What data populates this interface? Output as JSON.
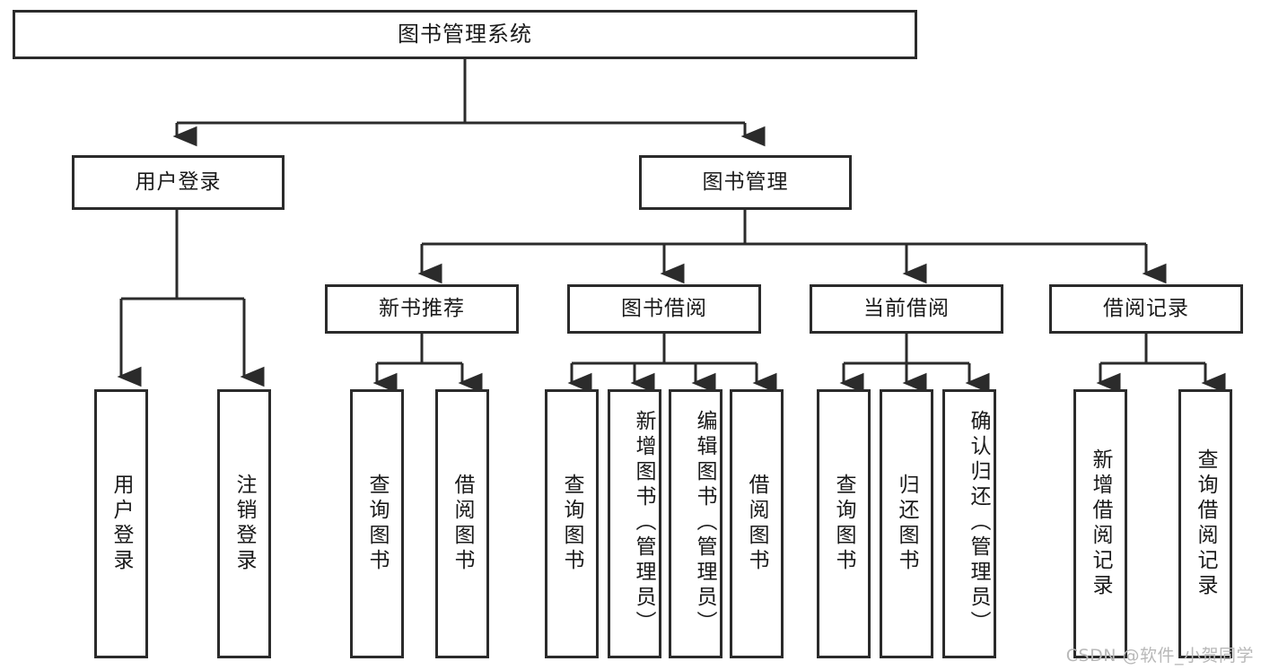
{
  "diagram": {
    "type": "tree-hierarchy",
    "title": "图书管理系统",
    "watermark": "CSDN @软件_小贺同学",
    "colors": {
      "stroke": "#2b2b2b",
      "fill": "#ffffff",
      "text": "#1a1a1a",
      "watermark": "#b8b8b8"
    },
    "root": {
      "label": "图书管理系统"
    },
    "level2": [
      {
        "label": "用户登录"
      },
      {
        "label": "图书管理"
      }
    ],
    "level3": [
      {
        "label": "新书推荐"
      },
      {
        "label": "图书借阅"
      },
      {
        "label": "当前借阅"
      },
      {
        "label": "借阅记录"
      }
    ],
    "leaves": {
      "user_login": [
        {
          "label": "用户登录"
        },
        {
          "label": "注销登录"
        }
      ],
      "new_book_recommend": [
        {
          "label": "查询图书"
        },
        {
          "label": "借阅图书"
        }
      ],
      "book_borrow": [
        {
          "label": "查询图书"
        },
        {
          "label": "新增图书（管理员）"
        },
        {
          "label": "编辑图书（管理员）"
        },
        {
          "label": "借阅图书"
        }
      ],
      "current_borrow": [
        {
          "label": "查询图书"
        },
        {
          "label": "归还图书"
        },
        {
          "label": "确认归还（管理员）"
        }
      ],
      "borrow_records": [
        {
          "label": "新增借阅记录"
        },
        {
          "label": "查询借阅记录"
        }
      ]
    }
  }
}
